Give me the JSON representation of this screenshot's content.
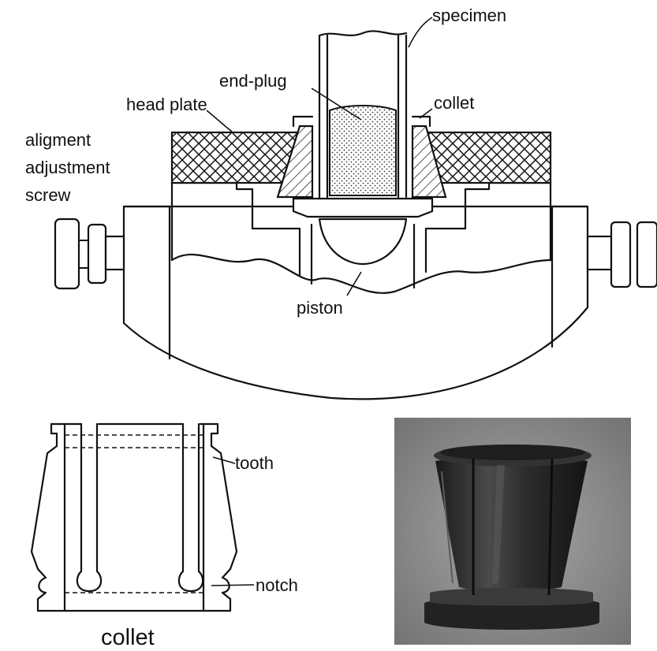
{
  "labels": {
    "specimen": "specimen",
    "end_plug": "end-plug",
    "head_plate": "head plate",
    "collet_top": "collet",
    "alignment_line1": "aligment",
    "alignment_line2": "adjustment",
    "alignment_line3": "screw",
    "piston": "piston",
    "tooth": "tooth",
    "notch": "notch",
    "collet_caption": "collet"
  },
  "colors": {
    "ink": "#111111",
    "paper": "#ffffff",
    "photo_background": "#8f8f8f",
    "collet_dark": "#2a2a2a"
  },
  "photo": {
    "subject": "collet-photograph"
  }
}
